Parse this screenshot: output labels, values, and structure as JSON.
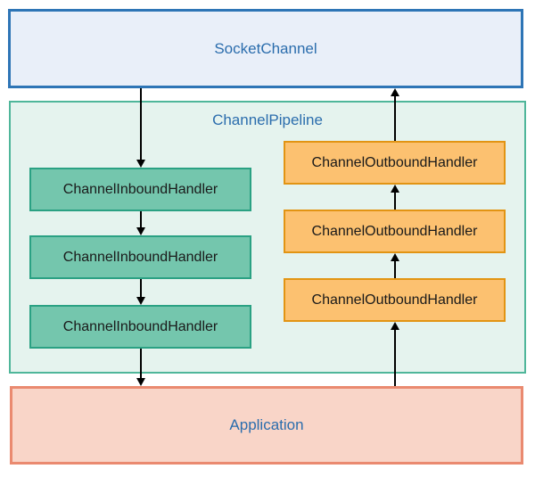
{
  "colors": {
    "canvas_bg": "#ffffff",
    "blue_border": "#2e75b6",
    "blue_fill": "#e9eff9",
    "blue_text": "#2b6dad",
    "pipeline_border": "#4fb69a",
    "pipeline_fill": "#e5f3ee",
    "inbound_border": "#2aa183",
    "inbound_fill": "#74c6ad",
    "outbound_border": "#e29413",
    "outbound_fill": "#fcc170",
    "application_border": "#ea8a70",
    "application_fill": "#f9d5c8",
    "handler_text": "#1a1a1a",
    "arrow": "#000000"
  },
  "socket_channel": {
    "label": "SocketChannel"
  },
  "pipeline": {
    "label": "ChannelPipeline",
    "inbound_handlers": [
      {
        "label": "ChannelInboundHandler"
      },
      {
        "label": "ChannelInboundHandler"
      },
      {
        "label": "ChannelInboundHandler"
      }
    ],
    "outbound_handlers": [
      {
        "label": "ChannelOutboundHandler"
      },
      {
        "label": "ChannelOutboundHandler"
      },
      {
        "label": "ChannelOutboundHandler"
      }
    ]
  },
  "application": {
    "label": "Application"
  }
}
